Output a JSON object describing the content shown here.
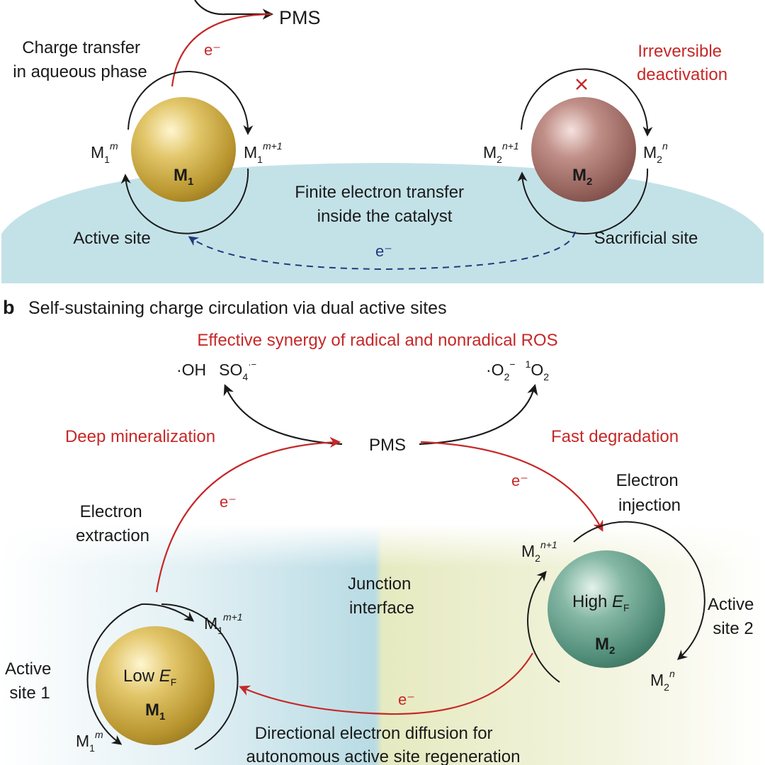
{
  "panel_a": {
    "pms": "PMS",
    "electron_red": "e⁻",
    "charge_transfer_line1": "Charge transfer",
    "charge_transfer_line2": "in aqueous phase",
    "irreversible_line1": "Irreversible",
    "irreversible_line2": "deactivation",
    "m1_left": {
      "base": "M",
      "sub": "1",
      "sup": "m"
    },
    "m1_right": {
      "base": "M",
      "sub": "1",
      "sup": "m+1"
    },
    "m2_left": {
      "base": "M",
      "sub": "2",
      "sup": "n+1"
    },
    "m2_right": {
      "base": "M",
      "sub": "2",
      "sup": "n"
    },
    "sphere1": {
      "base": "M",
      "sub": "1"
    },
    "sphere2": {
      "base": "M",
      "sub": "2"
    },
    "finite_line1": "Finite electron transfer",
    "finite_line2": "inside the catalyst",
    "active_site": "Active site",
    "sacrificial_site": "Sacrificial site",
    "electron_blue": "e⁻"
  },
  "panel_b": {
    "letter": "b",
    "title": "Self-sustaining charge circulation via dual active sites",
    "subtitle": "Effective synergy of radical and nonradical ROS",
    "radicals_left": {
      "oh": "·OH",
      "so4_base": "SO",
      "so4_sub": "4",
      "so4_sup": "·−"
    },
    "radicals_right": {
      "o2_base": "·O",
      "o2_sub": "2",
      "o2_sup": "−",
      "singlet_sup": "1",
      "singlet_base": "O",
      "singlet_sub": "2"
    },
    "pms": "PMS",
    "deep_mineralization": "Deep mineralization",
    "fast_degradation": "Fast degradation",
    "electron_left": "e⁻",
    "electron_right": "e⁻",
    "electron_bottom": "e⁻",
    "electron_extraction_line1": "Electron",
    "electron_extraction_line2": "extraction",
    "electron_injection_line1": "Electron",
    "electron_injection_line2": "injection",
    "junction_line1": "Junction",
    "junction_line2": "interface",
    "active_site_1_line1": "Active",
    "active_site_1_line2": "site 1",
    "active_site_2_line1": "Active",
    "active_site_2_line2": "site 2",
    "m1_top": {
      "base": "M",
      "sub": "1",
      "sup": "m+1"
    },
    "m1_bottom": {
      "base": "M",
      "sub": "1",
      "sup": "m"
    },
    "m2_top": {
      "base": "M",
      "sub": "2",
      "sup": "n+1"
    },
    "m2_bottom": {
      "base": "M",
      "sub": "2",
      "sup": "n"
    },
    "sphere1_top": {
      "prefix": "Low ",
      "e": "E",
      "f": "F"
    },
    "sphere1_bottom": {
      "base": "M",
      "sub": "1"
    },
    "sphere2_top": {
      "prefix": "High ",
      "e": "E",
      "f": "F"
    },
    "sphere2_bottom": {
      "base": "M",
      "sub": "2"
    },
    "diffusion_line1": "Directional electron diffusion for",
    "diffusion_line2": "autonomous active site regeneration"
  },
  "colors": {
    "red": "#c62828",
    "navy": "#1f3c7a",
    "gold": "#c9a83a",
    "mauve": "#a0706a",
    "teal": "#4a8f7c",
    "aqueous": "#bfe0e6"
  }
}
